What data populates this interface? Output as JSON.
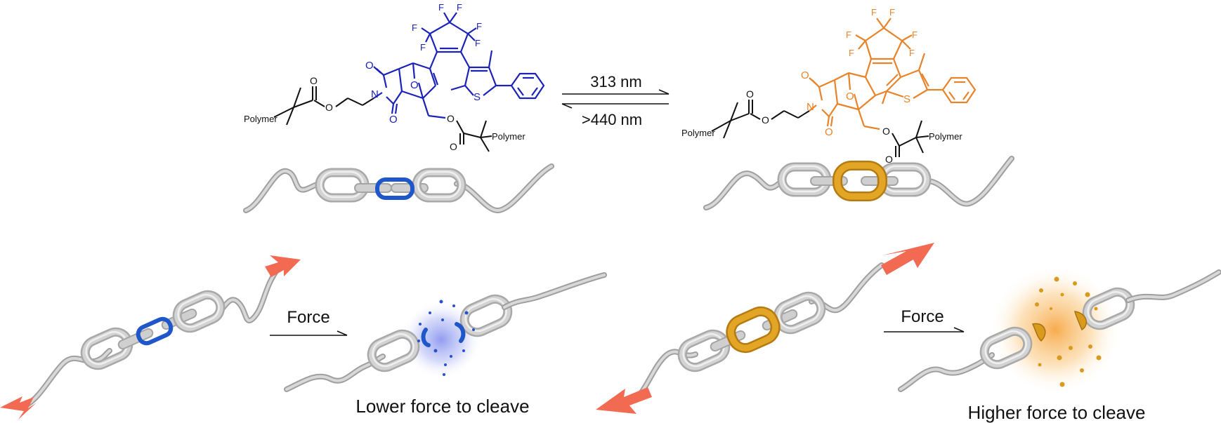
{
  "colors": {
    "open_isomer": "#1b22b8",
    "closed_isomer": "#e8832a",
    "mechanophore_open": "#1f56c9",
    "mechanophore_closed": "#d99a1e",
    "chain": "#c9c9c9",
    "arrow_force": "#f26a52"
  },
  "open_isomer": {
    "atoms": {
      "f1": "F",
      "f2": "F",
      "f3": "F",
      "f4": "F",
      "f5": "F",
      "f6": "F",
      "o_bridge": "O",
      "s": "S",
      "n": "N",
      "o_imide_top": "O",
      "o_imide_bottom": "O"
    },
    "linker_left": {
      "o_carbonyl": "O",
      "o_ester": "O",
      "polymer": "Polymer"
    },
    "linker_right": {
      "o_ester": "O",
      "o_carbonyl": "O",
      "polymer": "Polymer"
    }
  },
  "closed_isomer": {
    "atoms": {
      "f1": "F",
      "f2": "F",
      "f3": "F",
      "f4": "F",
      "f5": "F",
      "f6": "F",
      "o_bridge": "O",
      "s": "S",
      "n": "N",
      "o_imide_top": "O",
      "o_imide_bottom": "O"
    },
    "linker_left": {
      "o_carbonyl": "O",
      "o_ester": "O",
      "polymer": "Polymer"
    },
    "linker_right": {
      "o_ester": "O",
      "o_carbonyl": "O",
      "polymer": "Polymer"
    }
  },
  "photo_switch": {
    "forward_label": "313 nm",
    "reverse_label": ">440 nm"
  },
  "mechanochemistry": {
    "left": {
      "arrow_label": "Force",
      "caption": "Lower force to cleave"
    },
    "right": {
      "arrow_label": "Force",
      "caption": "Higher force to cleave"
    }
  }
}
